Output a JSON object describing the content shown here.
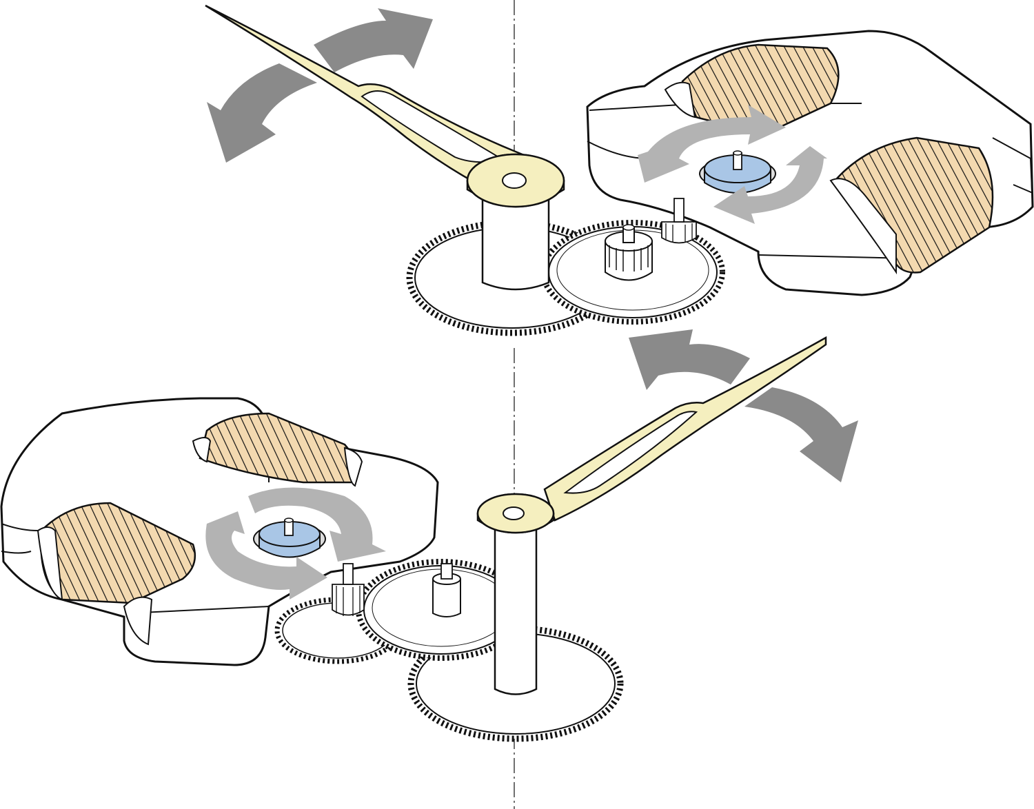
{
  "diagram": {
    "colors": {
      "background": "#ffffff",
      "outline": "#111111",
      "housing": "#ffffff",
      "coil": "#f3d9b0",
      "coil_shadow": "#e8c590",
      "hand": "#f5efbf",
      "rotor": "#a9c6e6",
      "arrow_dark": "#8a8a8a",
      "arrow_light": "#b3b3b3",
      "axis": "#333333"
    },
    "icons": {
      "hand_swing_arrow": "double-curved-arrow-icon",
      "rotor_rotation_arrow": "circular-rotation-arrow-icon"
    },
    "assemblies": [
      {
        "name": "upper-movement",
        "hand": "hand",
        "direction_indicator": "bidirectional"
      },
      {
        "name": "lower-movement",
        "hand": "hand",
        "direction_indicator": "bidirectional"
      }
    ]
  }
}
